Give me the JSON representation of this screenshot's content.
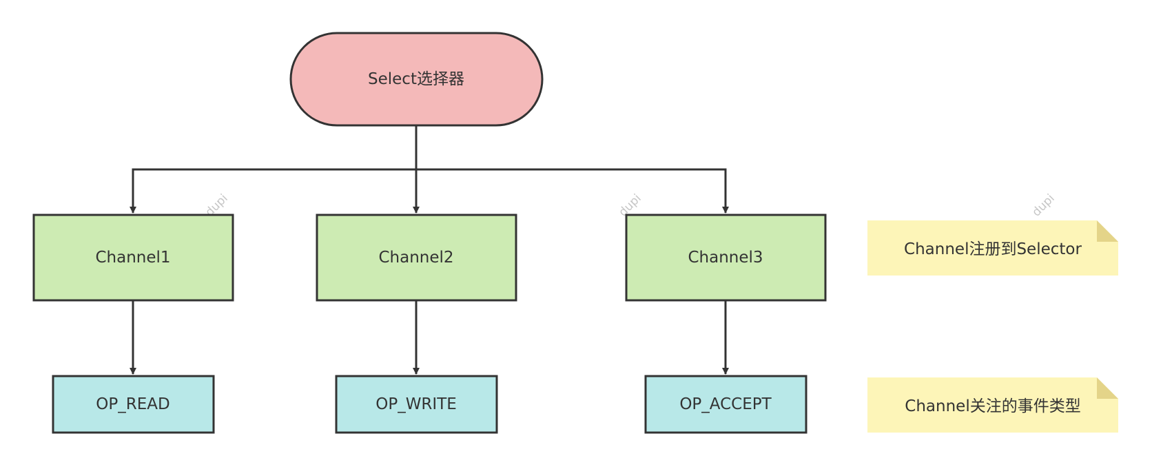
{
  "colors": {
    "root_fill": "#f4b9b9",
    "channel_fill": "#cdebb3",
    "op_fill": "#b8e8e8",
    "note_fill": "#fdf5b8",
    "note_fold": "#e4d489",
    "stroke": "#333333",
    "text": "#333333",
    "watermark": "#c6c6c6"
  },
  "root": {
    "label": "Select选择器"
  },
  "channels": [
    {
      "label": "Channel1",
      "op": "OP_READ"
    },
    {
      "label": "Channel2",
      "op": "OP_WRITE"
    },
    {
      "label": "Channel3",
      "op": "OP_ACCEPT"
    }
  ],
  "notes": [
    {
      "label": "Channel注册到Selector"
    },
    {
      "label": "Channel关注的事件类型"
    }
  ],
  "watermark": "dupi"
}
